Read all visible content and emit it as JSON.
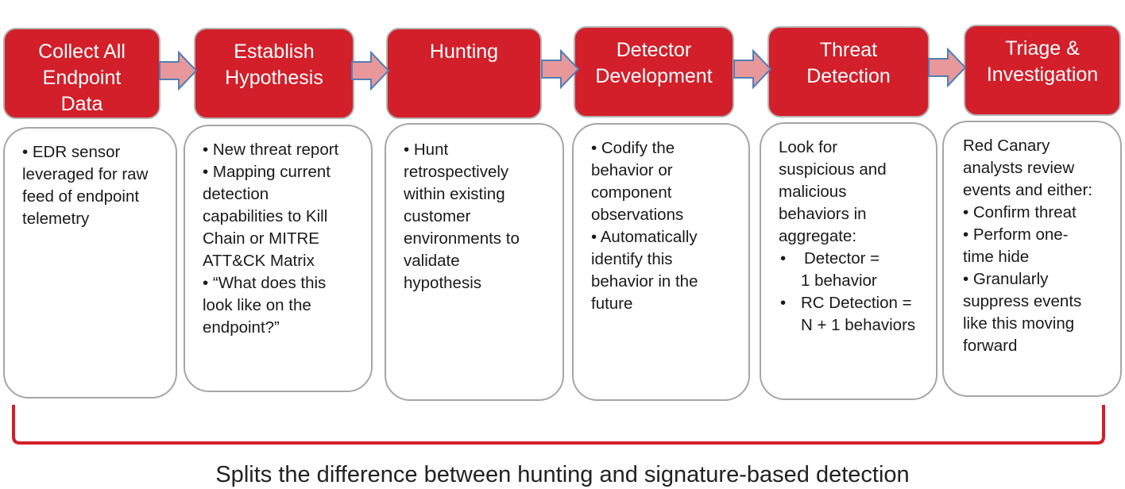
{
  "steps": [
    {
      "title": "Collect All Endpoint Data",
      "lines": [
        "Collect All",
        "Endpoint",
        "Data"
      ]
    },
    {
      "title": "Establish Hypothesis",
      "lines": [
        "Establish",
        "Hypothesis"
      ]
    },
    {
      "title": "Hunting",
      "lines": [
        "Hunting"
      ]
    },
    {
      "title": "Detector Development",
      "lines": [
        "Detector",
        "Development"
      ]
    },
    {
      "title": "Threat Detection",
      "lines": [
        "Threat",
        "Detection"
      ]
    },
    {
      "title": "Triage & Investigation",
      "lines": [
        "Triage &",
        "Investigation"
      ]
    }
  ],
  "descriptions": [
    {
      "lines": [
        "• EDR sensor",
        "leveraged for raw",
        "feed of endpoint",
        "telemetry"
      ]
    },
    {
      "lines": [
        "• New threat report",
        "• Mapping current",
        "detection",
        "capabilities to Kill",
        "Chain or MITRE",
        "ATT&CK Matrix",
        "• “What does this",
        "look like on the",
        "endpoint?”"
      ]
    },
    {
      "lines": [
        "• Hunt",
        "retrospectively",
        "within existing",
        "customer",
        "environments to",
        "validate",
        "hypothesis"
      ]
    },
    {
      "lines": [
        "• Codify the",
        "behavior or",
        "component",
        "observations",
        "• Automatically",
        "identify this",
        "behavior in the",
        "future"
      ]
    },
    {
      "lines": [
        "Look for",
        "suspicious and",
        "malicious",
        "behaviors in",
        "aggregate:"
      ],
      "sub_bullets": [
        {
          "marker": "•",
          "lines": [
            "Detector =",
            "1 behavior"
          ]
        },
        {
          "marker": "•",
          "lines": [
            "RC Detection =",
            "N + 1 behaviors"
          ]
        }
      ]
    },
    {
      "lines": [
        "Red Canary",
        "analysts review",
        "events and either:",
        "• Confirm threat",
        "• Perform one-",
        "time hide",
        "• Granularly",
        "suppress events",
        "like this moving",
        "forward"
      ]
    }
  ],
  "caption": "Splits the difference between hunting and signature-based detection",
  "colors": {
    "step_fill": "#d21f2a",
    "step_border": "#b3b3b3",
    "arrow_fill": "#e8989a",
    "arrow_stroke": "#4f7fb8",
    "bracket": "#d21f2a",
    "box_border": "#a6a6a6"
  }
}
